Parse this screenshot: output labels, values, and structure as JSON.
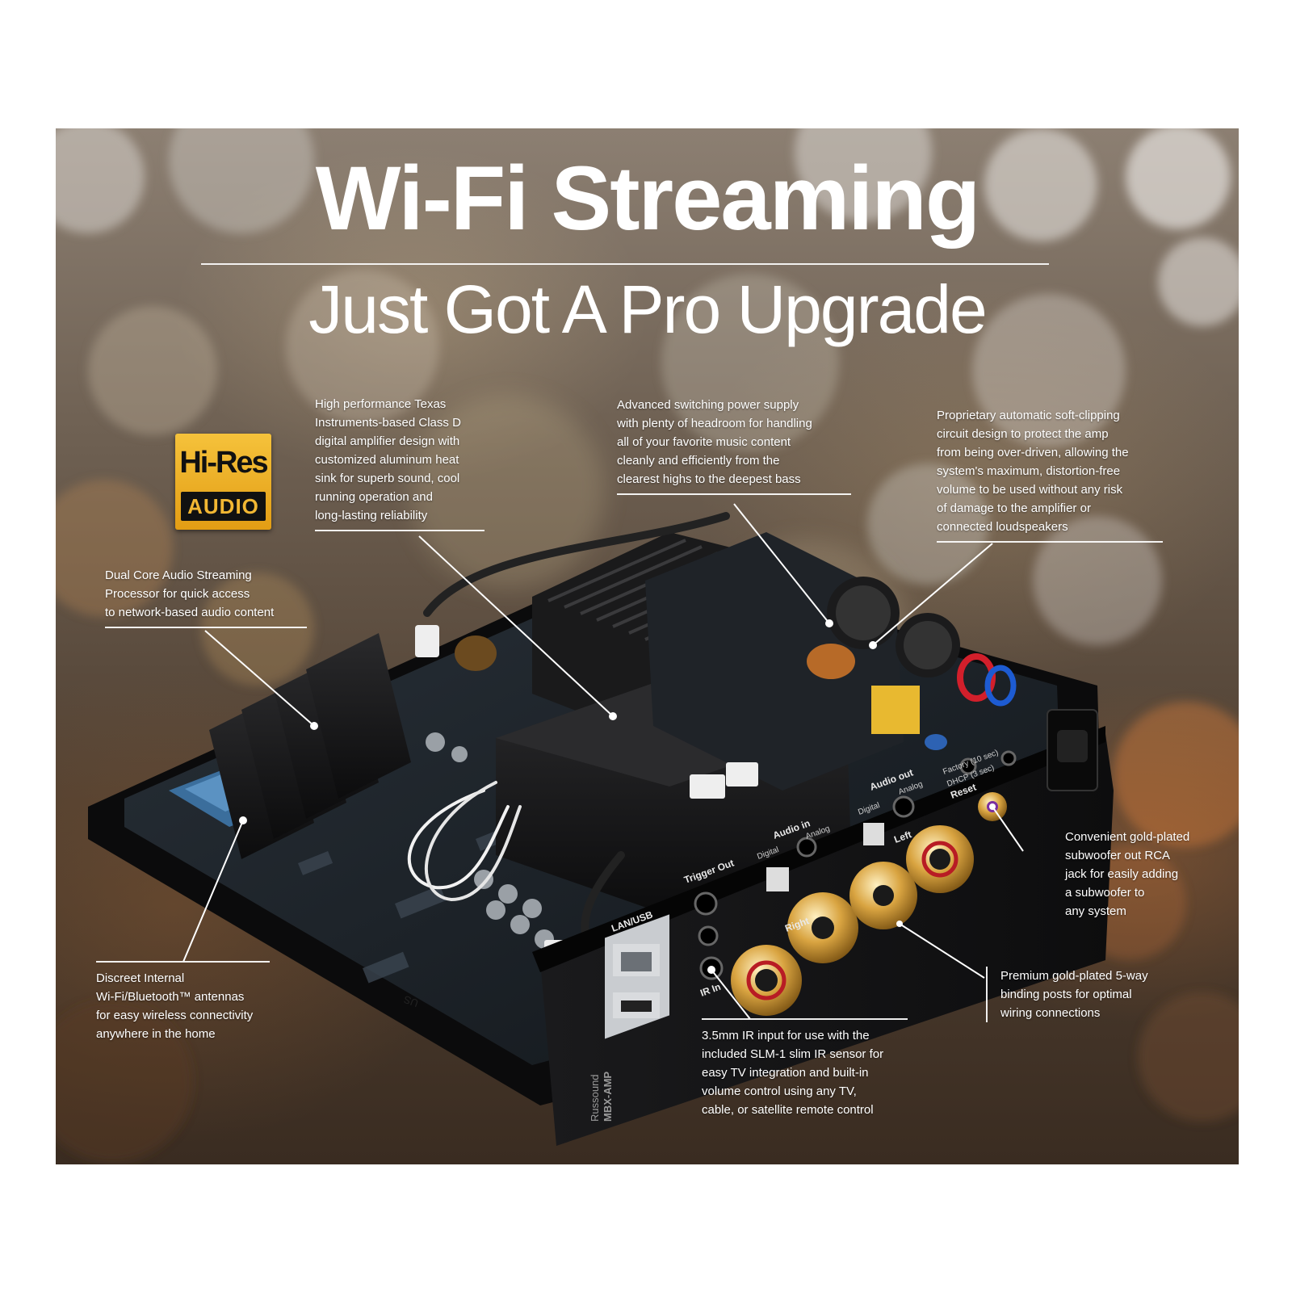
{
  "headline": {
    "title": "Wi-Fi Streaming",
    "subtitle": "Just Got A Pro Upgrade"
  },
  "badge": {
    "top_text": "Hi-Res",
    "bottom_text": "AUDIO"
  },
  "callouts": {
    "amplifier": [
      "High performance Texas",
      "Instruments-based Class D",
      "digital amplifier design with",
      "customized aluminum heat",
      "sink for superb sound, cool",
      "running operation and",
      "long-lasting reliability"
    ],
    "power_supply": [
      "Advanced switching power supply",
      "with plenty of headroom for handling",
      "all of your favorite music content",
      "cleanly and efficiently from the",
      "clearest highs to the deepest bass"
    ],
    "soft_clipping": [
      "Proprietary automatic soft-clipping",
      "circuit design to protect the amp",
      "from being over-driven, allowing the",
      "system's maximum, distortion-free",
      "volume to be used without any risk",
      "of damage to the amplifier or",
      "connected loudspeakers"
    ],
    "processor": [
      "Dual Core Audio Streaming",
      "Processor for quick access",
      "to network-based audio content"
    ],
    "antennas": [
      "Discreet Internal",
      "Wi-Fi/Bluetooth™ antennas",
      "for easy wireless connectivity",
      "anywhere in the home"
    ],
    "subwoofer": [
      "Convenient gold-plated",
      "subwoofer out RCA",
      "jack for easily adding",
      "a subwoofer to",
      "any system"
    ],
    "binding_posts": [
      "Premium gold-plated 5-way",
      "binding posts for optimal",
      "wiring connections"
    ],
    "ir_input": [
      "3.5mm IR input for use with the",
      "included SLM-1 slim IR sensor for",
      "easy TV integration and built-in",
      "volume control using any TV,",
      "cable, or satellite remote control"
    ]
  },
  "panel_labels": {
    "lan": "LAN/USB",
    "trigger": "Trigger Out",
    "ir": "IR In",
    "audio_in": "Audio in",
    "audio_out": "Audio out",
    "digital_in": "Digital",
    "analog_in": "Analog",
    "digital_out": "Digital",
    "analog_out": "Analog",
    "right": "Right",
    "left": "Left",
    "reset": "Reset",
    "factory": "Factory (10 sec)",
    "dhcp": "DHCP (3 sec)",
    "brand": "Russound",
    "model": "MBX-AMP",
    "board_tag": "US"
  },
  "colors": {
    "accent_white": "#ffffff",
    "badge_gold": "#f0b52a",
    "badge_black": "#111111",
    "chassis": "#141416",
    "pcb": "#1d2227"
  }
}
